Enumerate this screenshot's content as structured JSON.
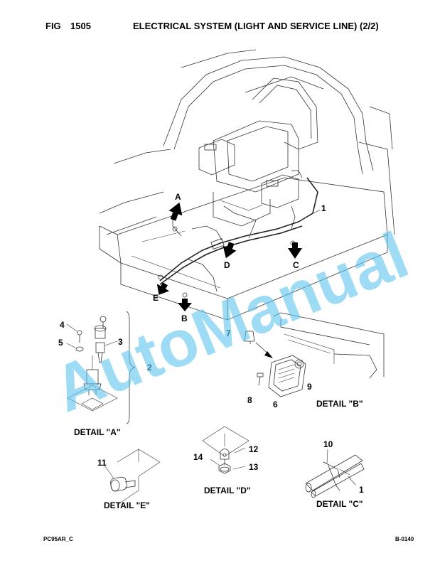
{
  "header": {
    "fig_label": "FIG",
    "fig_number": "1505",
    "title": "ELECTRICAL SYSTEM (LIGHT AND SERVICE LINE) (2/2)"
  },
  "callouts": {
    "c1a": "1",
    "c1b": "1",
    "c2": "2",
    "c3": "3",
    "c4": "4",
    "c5": "5",
    "c6": "6",
    "c7": "7",
    "c8": "8",
    "c9": "9",
    "c10": "10",
    "c11": "11",
    "c12": "12",
    "c13": "13",
    "c14": "14"
  },
  "views": {
    "A": "A",
    "B": "B",
    "C": "C",
    "D": "D",
    "E": "E"
  },
  "details": {
    "a": "DETAIL \"A\"",
    "b": "DETAIL \"B\"",
    "c": "DETAIL \"C\"",
    "d": "DETAIL \"D\"",
    "e": "DETAIL \"E\""
  },
  "watermark": "AutoManual",
  "footer": {
    "model": "PC95AR_C",
    "page": "B-0140"
  },
  "colors": {
    "watermark": "#5ec4ee",
    "line": "#333333"
  }
}
